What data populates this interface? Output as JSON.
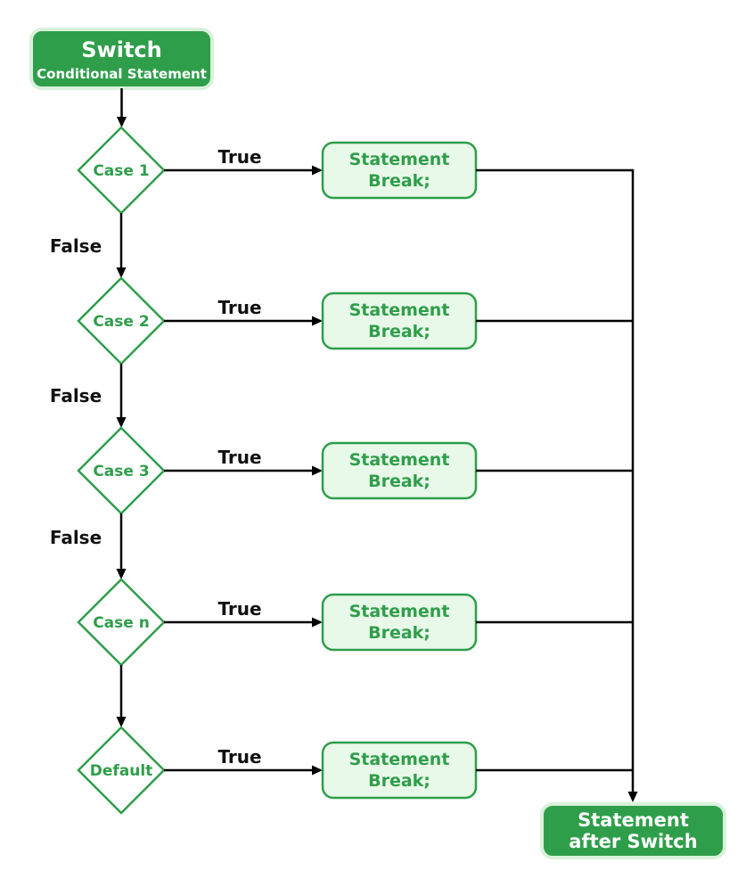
{
  "flowchart": {
    "start_box": {
      "title": "Switch",
      "subtitle": "Conditional Statement"
    },
    "end_box": {
      "line1": "Statement",
      "line2": "after Switch"
    },
    "rows": [
      {
        "condition": "Case 1",
        "true_label": "True",
        "result_line1": "Statement",
        "result_line2": "Break;",
        "false_label": "False"
      },
      {
        "condition": "Case 2",
        "true_label": "True",
        "result_line1": "Statement",
        "result_line2": "Break;",
        "false_label": "False"
      },
      {
        "condition": "Case 3",
        "true_label": "True",
        "result_line1": "Statement",
        "result_line2": "Break;",
        "false_label": "False"
      },
      {
        "condition": "Case n",
        "true_label": "True",
        "result_line1": "Statement",
        "result_line2": "Break;"
      },
      {
        "condition": "Default",
        "true_label": "True",
        "result_line1": "Statement",
        "result_line2": "Break;"
      }
    ],
    "colors": {
      "dark_green": "#2f9e4a",
      "light_green_fill": "#e8f8e9",
      "halo_green": "#d9f1da",
      "line_black": "#000000",
      "label_black": "#111111",
      "background": "#ffffff"
    }
  }
}
